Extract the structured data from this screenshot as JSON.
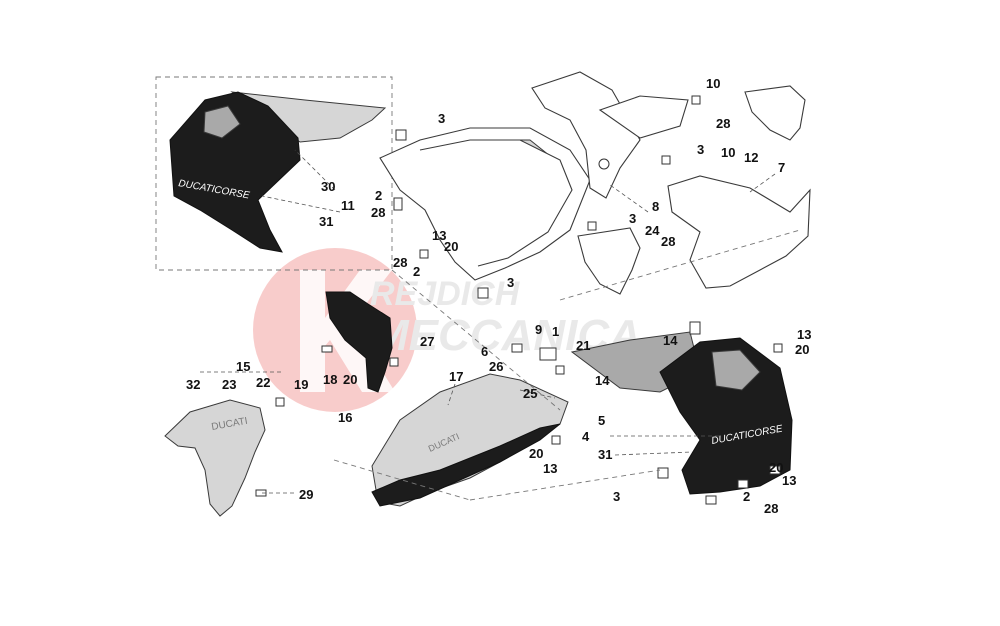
{
  "diagram": {
    "watermark": {
      "line1": "REJDICH",
      "line2": "MECCANICA",
      "mark": "K",
      "brand_color": "#e8524f"
    },
    "decals": {
      "ducati_corse_left": "DUCATICORSE",
      "ducati_corse_right": "DUCATICORSE",
      "fender_text": "DUCATI",
      "belly_text": "DUCATI"
    },
    "callouts": [
      "10",
      "3",
      "28",
      "30",
      "2",
      "28",
      "11",
      "31",
      "3",
      "10",
      "12",
      "7",
      "8",
      "3",
      "24",
      "28",
      "13",
      "20",
      "28",
      "2",
      "3",
      "13",
      "20",
      "14",
      "9",
      "1",
      "27",
      "6",
      "26",
      "21",
      "18",
      "20",
      "15",
      "32",
      "23",
      "22",
      "19",
      "17",
      "16",
      "25",
      "14",
      "5",
      "4",
      "31",
      "20",
      "13",
      "29",
      "3",
      "20",
      "13",
      "2",
      "28"
    ]
  }
}
